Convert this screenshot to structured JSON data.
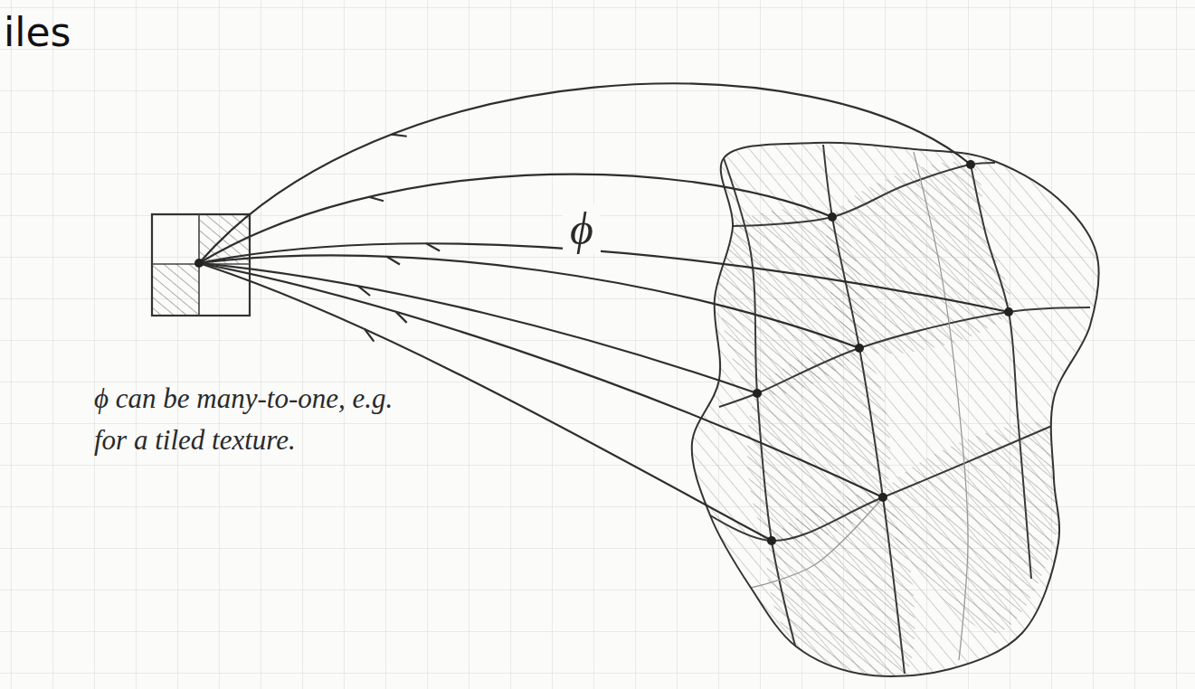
{
  "diagram": {
    "title": "iles",
    "labels": [
      "ϕ",
      "ϕ can be many-to-one, e.g. for a tiled texture."
    ]
  }
}
